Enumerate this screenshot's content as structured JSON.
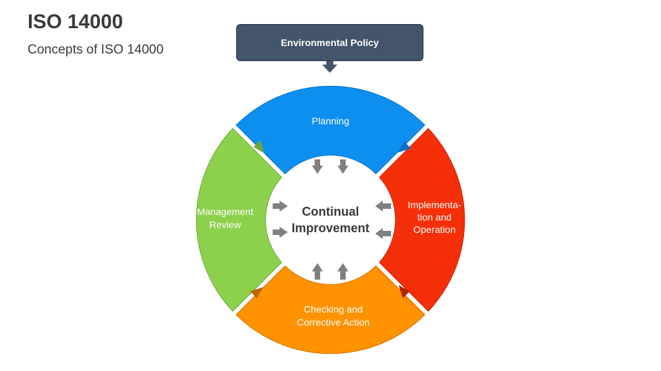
{
  "header": {
    "title": "ISO 14000",
    "subtitle": "Concepts of ISO 14000"
  },
  "policy": {
    "label": "Environmental Policy"
  },
  "center": {
    "line1": "Continual",
    "line2": "Improvement"
  },
  "segments": {
    "planning": {
      "line1": "Planning",
      "color": "#0d8ff0"
    },
    "implementation": {
      "line1": "Implementa-",
      "line2": "tion and",
      "line3": "Operation",
      "color": "#f52f07"
    },
    "checking": {
      "line1": "Checking and",
      "line2": "Corrective Action",
      "color": "#ff9200"
    },
    "review": {
      "line1": "Management",
      "line2": "Review",
      "color": "#8dd04c"
    }
  },
  "colors": {
    "policy_box": "#44546a",
    "inner_arrows": "#808080",
    "text_dark": "#3a3a3a"
  }
}
